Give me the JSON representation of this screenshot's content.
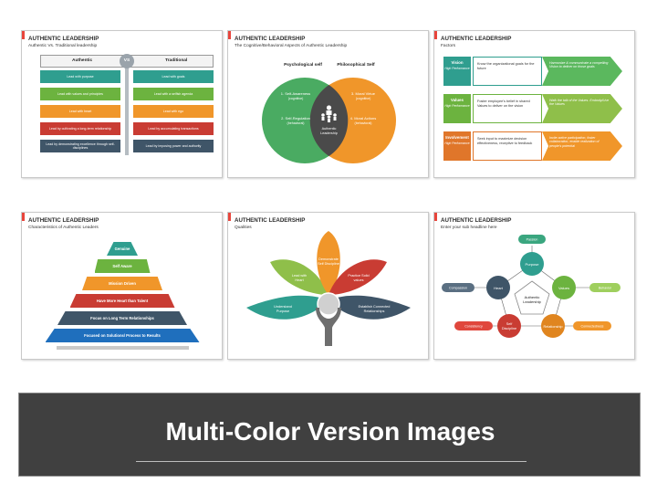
{
  "slides": [
    {
      "title": "AUTHENTIC LEADERSHIP",
      "subtitle": "Authentic Vs. Traditional leadership",
      "head_left": "Authentic",
      "vs": "VS",
      "head_right": "Traditional",
      "rows": [
        {
          "left": "Lead with purpose",
          "right": "Lead with goals",
          "color": "#2f9e8f"
        },
        {
          "left": "Lead with values and principles",
          "right": "Lead with a selfish agenda",
          "color": "#6cb33f"
        },
        {
          "left": "Lead with heart",
          "right": "Lead with ego",
          "color": "#f0962a"
        },
        {
          "left": "Lead by cultivating a long-term relationship",
          "right": "Lead by accumulating transactions",
          "color": "#c93c33"
        },
        {
          "left": "Lead by demonstrating excellence through self-disciplines",
          "right": "Lead by imposing power and authority",
          "color": "#3f5568"
        }
      ]
    },
    {
      "title": "AUTHENTIC LEADERSHIP",
      "subtitle": "The Cognitive/Behavioral Aspects of Authentic Leadership",
      "label_left": "Psychological self",
      "label_right": "Philosophical Self",
      "left_1": "1. Self-Awareness",
      "left_1b": "(cognitive)",
      "left_2": "2. Self-Regulation",
      "left_2b": "(behavioral)",
      "right_1": "3. Moral Virtue",
      "right_1b": "(cognitive)",
      "right_2": "4. Moral Actions",
      "right_2b": "(behavioral)",
      "center_1": "Authentic",
      "center_2": "Leadership",
      "green": "#4aab62",
      "orange": "#f0962a"
    },
    {
      "title": "AUTHENTIC LEADERSHIP",
      "subtitle": "Factors",
      "rows": [
        {
          "tab": "Vision",
          "tab_sub": "High Performance",
          "mid": "Know the organizational goals for the future",
          "arrow": "Harmonize & communicate a compelling Vision to deliver on those goals",
          "tab_color": "#2f9e8f",
          "arrow_color": "#5bb85e"
        },
        {
          "tab": "Values",
          "tab_sub": "High Performance",
          "mid": "Foster employee's belief in shared Values to deliver on the vision",
          "arrow": "Walk the talk of the Values. Embody/Live the Values",
          "tab_color": "#6cb33f",
          "arrow_color": "#8fbf4a"
        },
        {
          "tab": "Involvement",
          "tab_sub": "High Performance",
          "mid": "Seek input to maximize decision effectiveness, receptive to feedback",
          "arrow": "Invite active participation, foster collaboration, enable realization of people's potential",
          "tab_color": "#e0762a",
          "arrow_color": "#f0962a"
        }
      ]
    },
    {
      "title": "AUTHENTIC LEADERSHIP",
      "subtitle": "Characteristics of Authentic Leaders",
      "tiers": [
        {
          "label": "Genuine",
          "color": "#2f9e8f"
        },
        {
          "label": "Self Aware",
          "color": "#6cb33f"
        },
        {
          "label": "Mission Driven",
          "color": "#f0962a"
        },
        {
          "label": "Have More Heart than Talent",
          "color": "#c93c33"
        },
        {
          "label": "Focus on Long Term Relationships",
          "color": "#3f5568"
        },
        {
          "label": "Focused on Solutions/ Process to Results",
          "color": "#1f6fbd"
        }
      ]
    },
    {
      "title": "AUTHENTIC LEADERSHIP",
      "subtitle": "Qualities",
      "petals": [
        {
          "label_1": "Lead with",
          "label_2": "Heart",
          "color": "#8fbf4a"
        },
        {
          "label_1": "Demonstrate",
          "label_2": "Self Discipline",
          "color": "#f0962a"
        },
        {
          "label_1": "Practice Solid",
          "label_2": "values",
          "color": "#c93c33"
        },
        {
          "label_1": "Understand",
          "label_2": "Purpose",
          "color": "#2f9e8f"
        },
        {
          "label_1": "Establish Connected",
          "label_2": "Relationships",
          "color": "#3f5568"
        }
      ]
    },
    {
      "title": "AUTHENTIC LEADERSHIP",
      "subtitle": "Enter your sub headline here",
      "center_1": "Authentic",
      "center_2": "Leadership",
      "nodes": {
        "purpose": "Purpose",
        "values": "Values",
        "relationship": "Relationship",
        "self_discipline_1": "Self",
        "self_discipline_2": "Discipline",
        "heart": "Heart"
      },
      "pills": {
        "passion": "Passion",
        "behavior": "Behavior",
        "connectedness": "Connectedness",
        "consistency": "Consistency",
        "compassion": "Compassion"
      }
    }
  ],
  "footer": {
    "title": "Multi-Color Version Images"
  }
}
